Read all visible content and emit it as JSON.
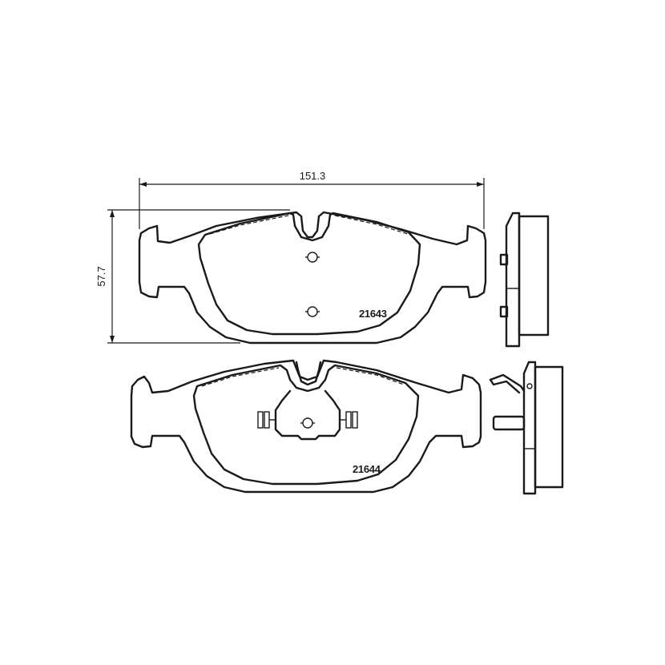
{
  "dimensions": {
    "width_label": "151.3",
    "height_label": "57.7"
  },
  "pads": [
    {
      "part_number": "21643"
    },
    {
      "part_number": "21644"
    }
  ]
}
